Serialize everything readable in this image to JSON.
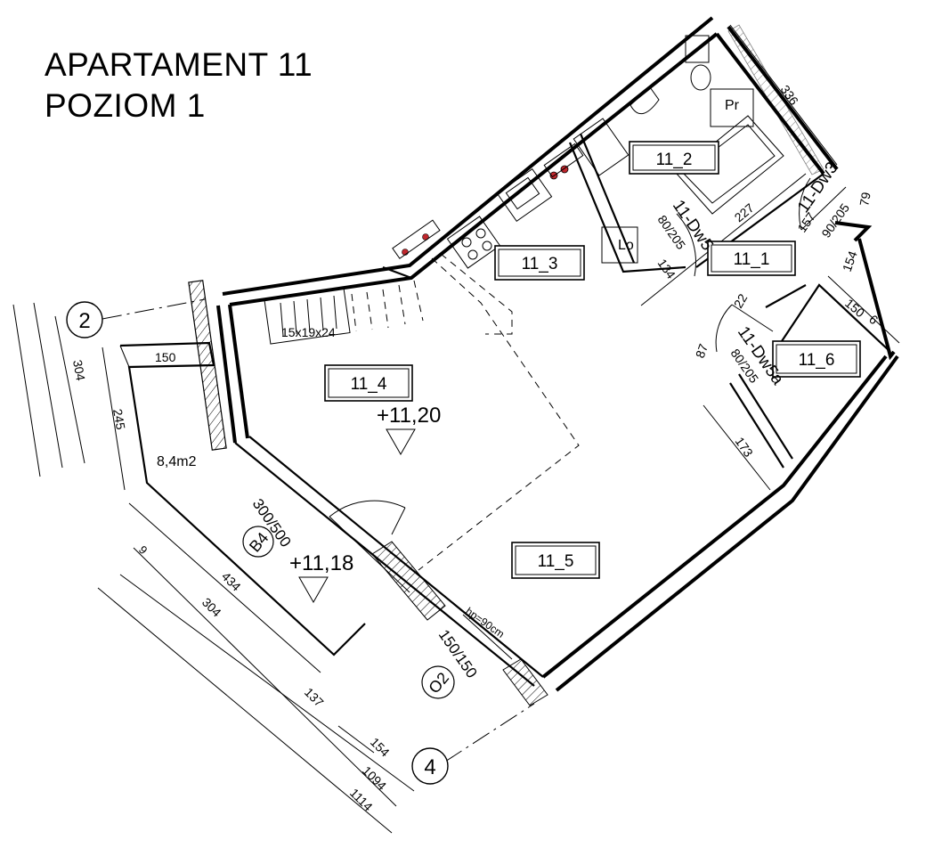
{
  "title": {
    "line1": "APARTAMENT 11",
    "line2": "POZIOM 1"
  },
  "rooms": [
    {
      "id": "11_1"
    },
    {
      "id": "11_2"
    },
    {
      "id": "11_3"
    },
    {
      "id": "11_4"
    },
    {
      "id": "11_5"
    },
    {
      "id": "11_6"
    }
  ],
  "levels": {
    "interior": "+11,20",
    "terrace": "+11,18"
  },
  "terrace_area": "8,4m2",
  "stairs": "15x19x24",
  "axes": [
    "2",
    "4"
  ],
  "windows": {
    "b4_tag": "B4",
    "b4_size": "300/500",
    "o2_tag": "O2",
    "o2_size": "150/150",
    "sill": "hp=90cm"
  },
  "doors": {
    "dw3": "11-Dw3",
    "dw3_size": "90/205",
    "dw5": "11-Dw5",
    "dw5_size": "80/205",
    "dw5a": "11-Dw5a",
    "dw5a_size": "80/205"
  },
  "fixtures": {
    "pr": "Pr",
    "lo": "Lo"
  },
  "dimensions": {
    "d304_top": "304",
    "d150_terrace": "150",
    "d245": "245",
    "d9": "9",
    "d434": "434",
    "d304_bottom": "304",
    "d137": "137",
    "d154_bottom": "154",
    "d1094": "1094",
    "d1114": "1114",
    "d336": "336",
    "d227": "227",
    "d157": "157",
    "d79": "79",
    "d134": "134",
    "d22": "22",
    "d87": "87",
    "d154_right": "154",
    "d150_right": "150",
    "d6": "6",
    "d173": "173"
  }
}
